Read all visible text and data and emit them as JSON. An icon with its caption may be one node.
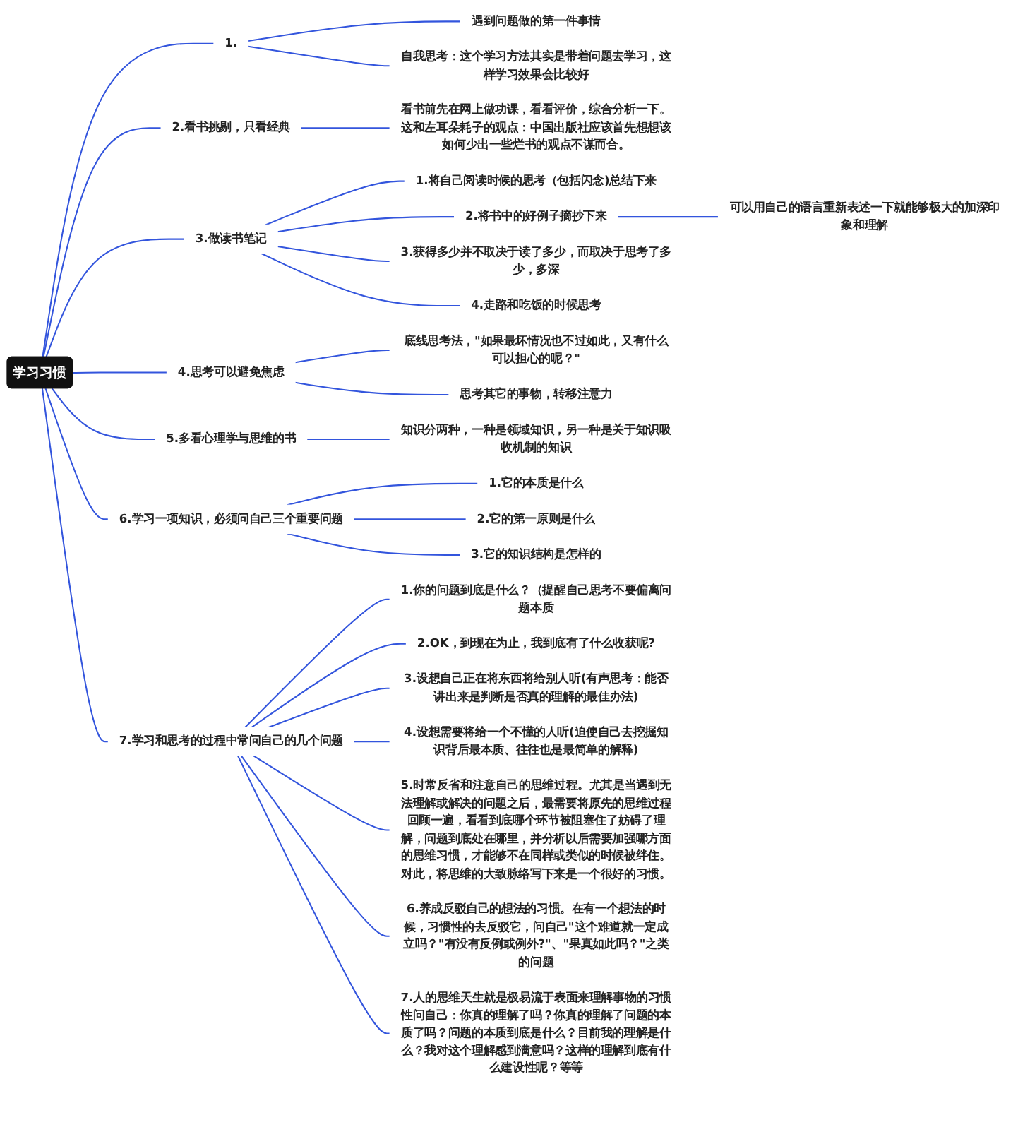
{
  "diagram": {
    "nodes": [
      {
        "text": [
          "学习习惯"
        ]
      },
      {
        "text": [
          "1."
        ]
      },
      {
        "text": [
          "遇到问题做的第一件事情"
        ]
      },
      {
        "text": [
          "自我思考：这个学习方法其实是带着问题去学习，这样学习效果会比较好"
        ]
      },
      {
        "text": [
          "2.看书挑剔，只看经典"
        ]
      },
      {
        "text": [
          "看书前先在网上做功课，看看评价，综合分析一下。这和左耳朵耗子的观点：中国出版社应该首先想想该如何少出一些烂书的观点不谋而合。"
        ]
      },
      {
        "text": [
          "3.做读书笔记"
        ]
      },
      {
        "text": [
          "1.将自己阅读时候的思考（包括闪念)总结下来"
        ]
      },
      {
        "text": [
          "2.将书中的好例子摘抄下来"
        ]
      },
      {
        "text": [
          "可以用自己的语言重新表述一下就能够极大的加深印象和理解"
        ]
      },
      {
        "text": [
          "3.获得多少并不取决于读了多少，而取决于思考了多少，多深"
        ]
      },
      {
        "text": [
          "4.走路和吃饭的时候思考"
        ]
      },
      {
        "text": [
          "4.思考可以避免焦虑"
        ]
      },
      {
        "text": [
          "底线思考法，\"如果最坏情况也不过如此，又有什么可以担心的呢？\""
        ]
      },
      {
        "text": [
          "思考其它的事物，转移注意力"
        ]
      },
      {
        "text": [
          "5.多看心理学与思维的书"
        ]
      },
      {
        "text": [
          "知识分两种，一种是领域知识，另一种是关于知识吸收机制的知识"
        ]
      },
      {
        "text": [
          "6.学习一项知识，必须问自己三个重要问题"
        ]
      },
      {
        "text": [
          "1.它的本质是什么"
        ]
      },
      {
        "text": [
          "2.它的第一原则是什么"
        ]
      },
      {
        "text": [
          "3.它的知识结构是怎样的"
        ]
      },
      {
        "text": [
          "7.学习和思考的过程中常问自己的几个问题"
        ]
      },
      {
        "text": [
          "1.你的问题到底是什么？（提醒自己思考不要偏离问题本质"
        ]
      },
      {
        "text": [
          "2.OK，到现在为止，我到底有了什么收获呢?"
        ]
      },
      {
        "text": [
          "3.设想自己正在将东西将给别人听(有声思考：能否讲出来是判断是否真的理解的最佳办法)"
        ]
      },
      {
        "text": [
          "4.设想需要将给一个不懂的人听(迫使自己去挖掘知识背后最本质、往往也是最简单的解释)"
        ]
      },
      {
        "text": [
          "5.时常反省和注意自己的思维过程。尤其是当遇到无法理解或解决的问题之后，最需要将原先的思维过程回顾一遍，看看到底哪个环节被阻塞住了妨碍了理解，问题到底处在哪里，并分析以后需要加强哪方面的思维习惯，才能够不在同样或类似的时候被绊住。对此，将思维的大致脉络写下来是一个很好的习惯。"
        ]
      },
      {
        "text": [
          "6.养成反驳自己的想法的习惯。在有一个想法的时候，习惯性的去反驳它，问自己\"这个难道就一定成立吗？\"有没有反例或例外?\"、\"果真如此吗？\"之类的问题"
        ]
      },
      {
        "text": [
          "7.人的思维天生就是极易流于表面来理解事物的习惯性问自己：你真的理解了吗？你真的理解了问题的本质了吗？问题的本质到底是什么？目前我的理解是什么？我对这个理解感到满意吗？这样的理解到底有什么建设性呢？等等"
        ]
      }
    ],
    "edges": [
      {
        "from": 0,
        "to": 1,
        "arrow": "none"
      },
      {
        "from": 1,
        "to": 2,
        "arrow": "none"
      },
      {
        "from": 1,
        "to": 3,
        "arrow": "none"
      },
      {
        "from": 0,
        "to": 4,
        "arrow": "none"
      },
      {
        "from": 4,
        "to": 5,
        "arrow": "none"
      },
      {
        "from": 0,
        "to": 6,
        "arrow": "none"
      },
      {
        "from": 6,
        "to": 7,
        "arrow": "none"
      },
      {
        "from": 6,
        "to": 8,
        "arrow": "none"
      },
      {
        "from": 8,
        "to": 9,
        "arrow": "none"
      },
      {
        "from": 6,
        "to": 10,
        "arrow": "none"
      },
      {
        "from": 6,
        "to": 11,
        "arrow": "none"
      },
      {
        "from": 0,
        "to": 12,
        "arrow": "none"
      },
      {
        "from": 12,
        "to": 13,
        "arrow": "none"
      },
      {
        "from": 12,
        "to": 14,
        "arrow": "none"
      },
      {
        "from": 0,
        "to": 15,
        "arrow": "none"
      },
      {
        "from": 15,
        "to": 16,
        "arrow": "none"
      },
      {
        "from": 0,
        "to": 17,
        "arrow": "none"
      },
      {
        "from": 17,
        "to": 18,
        "arrow": "none"
      },
      {
        "from": 17,
        "to": 19,
        "arrow": "none"
      },
      {
        "from": 17,
        "to": 20,
        "arrow": "none"
      },
      {
        "from": 0,
        "to": 21,
        "arrow": "none"
      },
      {
        "from": 21,
        "to": 22,
        "arrow": "none"
      },
      {
        "from": 21,
        "to": 23,
        "arrow": "none"
      },
      {
        "from": 21,
        "to": 24,
        "arrow": "none"
      },
      {
        "from": 21,
        "to": 25,
        "arrow": "none"
      },
      {
        "from": 21,
        "to": 26,
        "arrow": "none"
      },
      {
        "from": 21,
        "to": 27,
        "arrow": "none"
      },
      {
        "from": 21,
        "to": 28,
        "arrow": "none"
      }
    ]
  }
}
